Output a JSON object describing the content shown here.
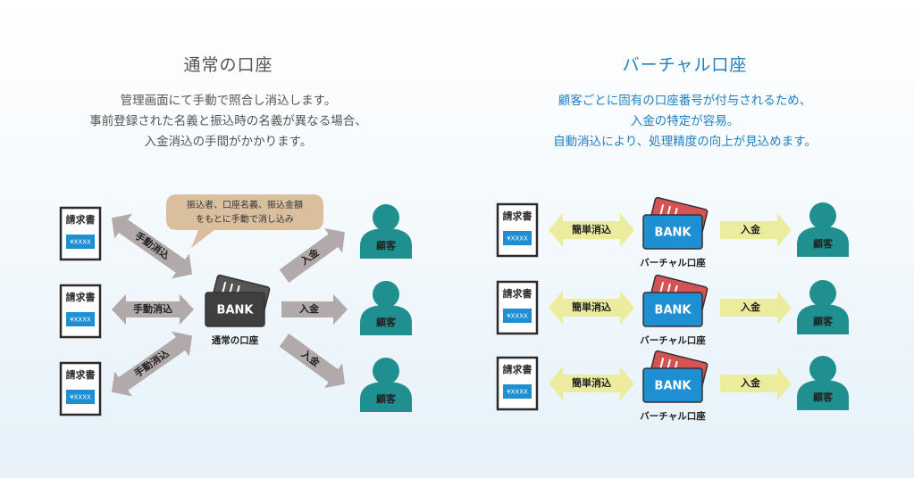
{
  "left": {
    "title": "通常の口座",
    "desc": [
      "管理画面にて手動で照合し消込します。",
      "事前登録された名義と振込時の名義が異なる場合、",
      "入金消込の手間がかかります。"
    ],
    "bubble": [
      "振込者、口座名義、振込金額",
      "をもとに手動で消し込み"
    ],
    "bank_label": "BANK",
    "account_caption": "通常の口座",
    "invoice_title": "請求書",
    "invoice_amount": "¥XXXX",
    "reconcile_label": "手動消込",
    "deposit_label": "入金",
    "customer_label": "顧客"
  },
  "right": {
    "title": "バーチャル口座",
    "desc": [
      "顧客ごとに固有の口座番号が付与されるため、",
      "入金の特定が容易。",
      "自動消込により、処理精度の向上が見込めます。"
    ],
    "bank_label": "BANK",
    "account_caption": "バーチャル口座",
    "invoice_title": "請求書",
    "invoice_amount": "¥XXXX",
    "reconcile_label": "簡単消込",
    "deposit_label": "入金",
    "customer_label": "顧客"
  },
  "colors": {
    "left_text": "#555555",
    "right_text": "#1f7fc0",
    "teal": "#1f8f8f",
    "gray_arrow": "#b2aaaa",
    "yellow_arrow": "#ecec9e",
    "bubble": "#d9bf9e",
    "bank_blue": "#1e8fd3",
    "bank_red": "#d65353",
    "bank_dark": "#3f3f3f",
    "invoice_blue": "#1e8fd3"
  }
}
